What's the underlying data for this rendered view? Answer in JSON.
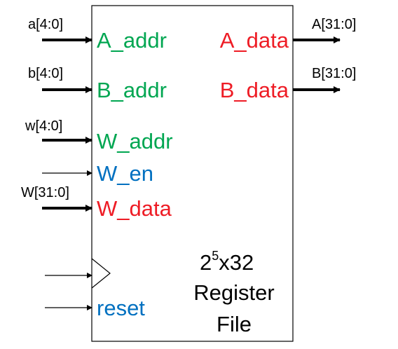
{
  "colors": {
    "port_green": "#00a651",
    "port_red": "#ee1c25",
    "port_blue": "#0070c0",
    "line": "#000000"
  },
  "inputs": {
    "a_label": "a[4:0]",
    "b_label": "b[4:0]",
    "w_label": "w[4:0]",
    "wdata_label": "W[31:0]"
  },
  "outputs": {
    "A_label": "A[31:0]",
    "B_label": "B[31:0]"
  },
  "ports": {
    "a_addr": "A_addr",
    "b_addr": "B_addr",
    "w_addr": "W_addr",
    "w_en": "W_en",
    "w_data": "W_data",
    "a_data": "A_data",
    "b_data": "B_data",
    "reset": "reset"
  },
  "block": {
    "size_base": "2",
    "size_exp": "5",
    "size_rest": "x32",
    "line2": "Register",
    "line3": "File"
  }
}
